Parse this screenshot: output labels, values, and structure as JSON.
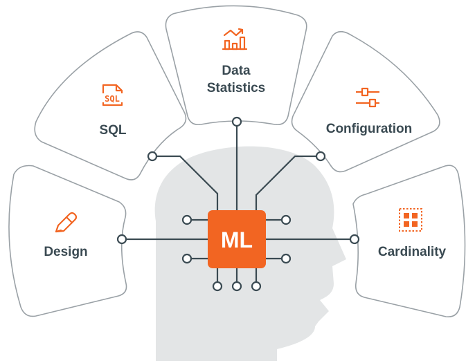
{
  "colors": {
    "accent": "#f26522",
    "ink": "#3a4a52",
    "head": "#e3e5e6",
    "panel_stroke": "#9aa1a6"
  },
  "center": {
    "label": "ML"
  },
  "segments": [
    {
      "id": "design",
      "label": "Design",
      "icon": "pencil-icon"
    },
    {
      "id": "sql",
      "label": "SQL",
      "icon": "sql-file-icon"
    },
    {
      "id": "data-statistics",
      "label_line1": "Data",
      "label_line2": "Statistics",
      "icon": "bar-chart-trend-icon"
    },
    {
      "id": "configuration",
      "label": "Configuration",
      "icon": "sliders-icon"
    },
    {
      "id": "cardinality",
      "label": "Cardinality",
      "icon": "grid-dots-icon"
    }
  ]
}
